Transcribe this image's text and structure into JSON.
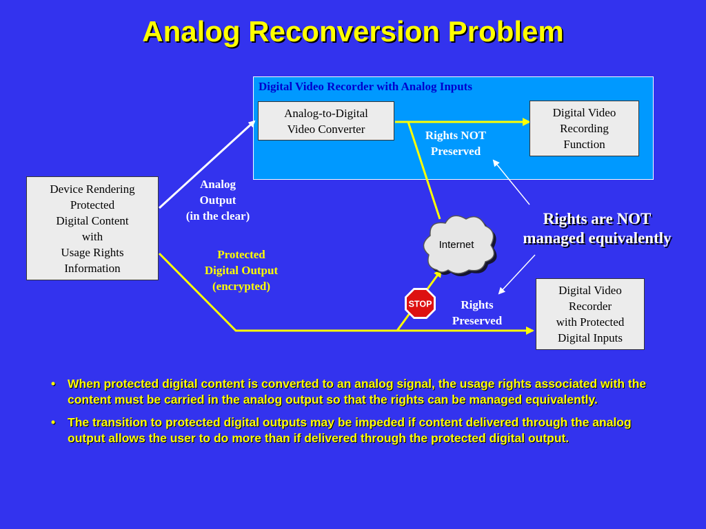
{
  "title": "Analog Reconversion Problem",
  "dvr_container": {
    "label": "Digital Video Recorder with Analog Inputs"
  },
  "boxes": {
    "device": "Device Rendering\nProtected\nDigital Content\nwith\nUsage Rights\nInformation",
    "adc": "Analog-to-Digital\nVideo Converter",
    "recording": "Digital Video\nRecording\nFunction",
    "protected_recorder": "Digital Video\nRecorder\nwith Protected\nDigital Inputs"
  },
  "labels": {
    "analog_output": "Analog\nOutput\n(in the clear)",
    "protected_output": "Protected\nDigital Output\n(encrypted)",
    "rights_not_preserved": "Rights NOT\nPreserved",
    "rights_preserved": "Rights\nPreserved",
    "rights_not_managed": "Rights are NOT\nmanaged equivalently",
    "internet": "Internet",
    "stop": "STOP"
  },
  "icons": {
    "cloud": "cloud-icon",
    "stop_sign": "stop-sign-icon"
  },
  "bullets": [
    "When protected digital content is converted to an analog signal, the usage rights associated with the content must be carried in the analog output so that the rights can be managed equivalently.",
    "The transition to protected digital outputs may be impeded if content delivered through the analog output allows the user to do more than if delivered through the protected digital output."
  ],
  "colors": {
    "background": "#3333ee",
    "accent_yellow": "#ffff00",
    "container_blue": "#0099ff",
    "box_fill": "#ececec"
  }
}
